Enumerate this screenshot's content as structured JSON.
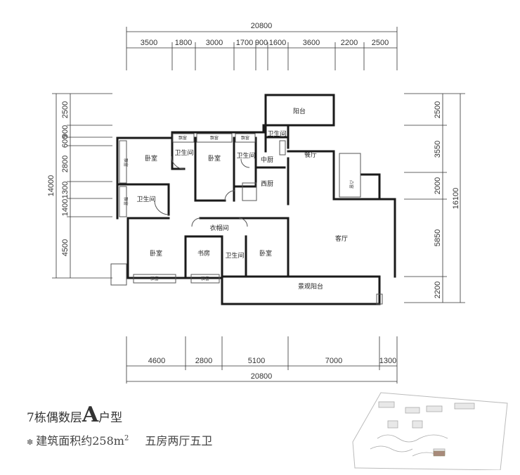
{
  "dimensions": {
    "top_total": "20800",
    "top_segments": [
      "3500",
      "1800",
      "3000",
      "1700",
      "900",
      "1600",
      "3600",
      "2200",
      "2500"
    ],
    "bottom_segments": [
      "4600",
      "2800",
      "5100",
      "7000",
      "1300"
    ],
    "bottom_total": "20800",
    "left_segments": [
      "2500",
      "900",
      "600",
      "2800",
      "1300",
      "1400",
      "4500"
    ],
    "left_total": "14000",
    "right_segments": [
      "2500",
      "3550",
      "2000",
      "5850",
      "2200"
    ],
    "right_total": "16100"
  },
  "rooms": {
    "bedroom": "卧室",
    "bathroom": "卫生间",
    "kitchen_chinese": "中厨",
    "dining": "餐厅",
    "balcony": "阳台",
    "kitchen_western": "西厨",
    "living": "客厅",
    "wardrobe": "衣帽间",
    "study": "书房",
    "view_balcony": "景观阳台",
    "bay_window": "飘窗",
    "window": "凸窗"
  },
  "caption": {
    "title_prefix": "7栋偶数层",
    "title_letter": "A",
    "title_suffix": "户型",
    "area_label": "建筑面积约258m",
    "area_exp": "2",
    "layout": "五房两厅五卫"
  }
}
